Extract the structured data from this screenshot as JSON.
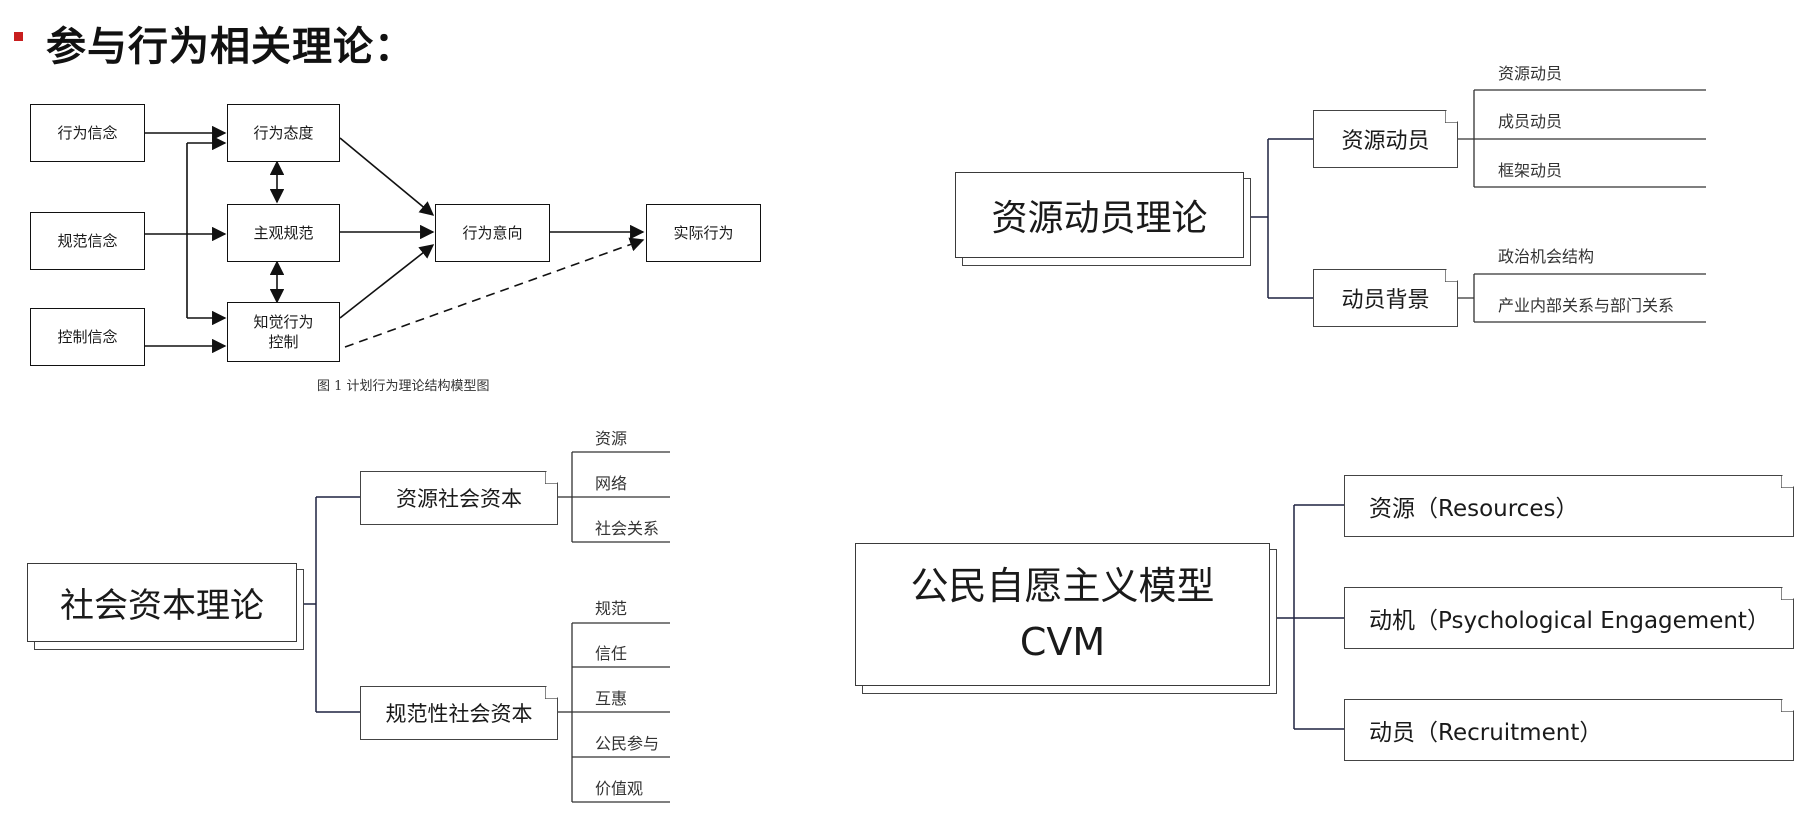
{
  "page_title": "参与行为相关理论：",
  "tpb_diagram": {
    "nodes": {
      "behavior_belief": "行为信念",
      "normative_belief": "规范信念",
      "control_belief": "控制信念",
      "attitude": "行为态度",
      "subjective_norm": "主观规范",
      "perceived_control": "知觉行为\n控制",
      "intention": "行为意向",
      "actual_behavior": "实际行为"
    },
    "caption": "图 1  计划行为理论结构模型图"
  },
  "resource_mobilization": {
    "root": "资源动员理论",
    "branches": [
      {
        "label": "资源动员",
        "leaves": [
          "资源动员",
          "成员动员",
          "框架动员"
        ]
      },
      {
        "label": "动员背景",
        "leaves": [
          "政治机会结构",
          "产业内部关系与部门关系"
        ]
      }
    ]
  },
  "social_capital": {
    "root": "社会资本理论",
    "branches": [
      {
        "label": "资源社会资本",
        "leaves": [
          "资源",
          "网络",
          "社会关系"
        ]
      },
      {
        "label": "规范性社会资本",
        "leaves": [
          "规范",
          "信任",
          "互惠",
          "公民参与",
          "价值观"
        ]
      }
    ]
  },
  "cvm": {
    "root_line1": "公民自愿主义模型",
    "root_line2": "CVM",
    "branches": [
      "资源（Resources）",
      "动机（Psychological Engagement）",
      "动员（Recruitment）"
    ]
  },
  "colors": {
    "bullet": "#c81e1e",
    "line_dark": "#1e2240",
    "box_border": "#3a3a3a"
  }
}
